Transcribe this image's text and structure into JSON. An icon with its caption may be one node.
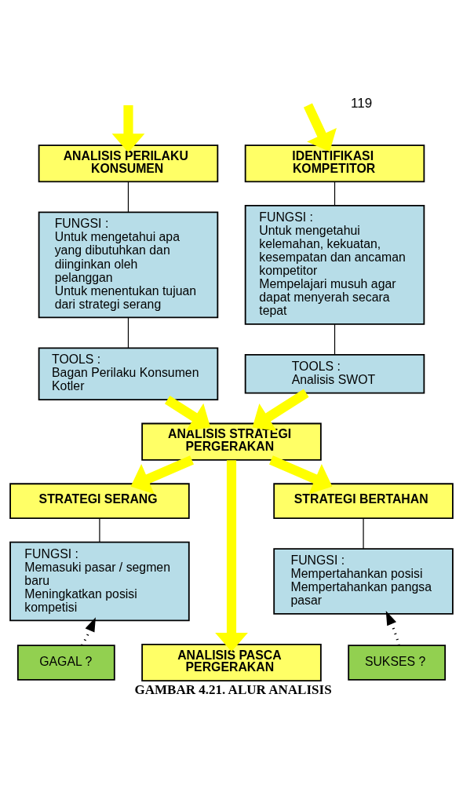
{
  "diagram": {
    "caption": "GAMBAR 4.21. ALUR ANALISIS",
    "nodes": [
      {
        "text": [
          "ANALISIS PERILAKU KONSUMEN"
        ]
      },
      {
        "text": [
          "FUNGSI :",
          "Untuk mengetahui apa yang dibutuhkan dan diinginkan oleh pelanggan",
          "Untuk menentukan tujuan dari strategi serang"
        ]
      },
      {
        "text": [
          "TOOLS :",
          "Bagan Perilaku Konsumen Kotler"
        ]
      },
      {
        "text": [
          "IDENTIFIKASI KOMPETITOR"
        ]
      },
      {
        "text": [
          "FUNGSI :",
          "Untuk mengetahui kelemahan, kekuatan, kesempatan dan ancaman kompetitor",
          "Mempelajari musuh agar dapat menyerah secara tepat"
        ]
      },
      {
        "text": [
          "TOOLS :",
          "Analisis SWOT"
        ]
      },
      {
        "text": [
          "ANALISIS STRATEGI PERGERAKAN"
        ]
      },
      {
        "text": [
          "STRATEGI SERANG"
        ]
      },
      {
        "text": [
          "FUNGSI :",
          "Memasuki pasar / segmen baru",
          "Meningkatkan posisi kompetisi"
        ]
      },
      {
        "text": [
          "STRATEGI BERTAHAN"
        ]
      },
      {
        "text": [
          "FUNGSI :",
          "Mempertahankan posisi",
          "Mempertahankan pangsa pasar"
        ]
      },
      {
        "text": [
          "GAGAL ?"
        ]
      },
      {
        "text": [
          "ANALISIS PASCA PERGERAKAN"
        ]
      },
      {
        "text": [
          "SUKSES ?"
        ]
      }
    ],
    "edges": [
      {
        "from": null,
        "to": 0,
        "arrow": "to",
        "style": "thick",
        "color": "#ffff00"
      },
      {
        "from": null,
        "to": 3,
        "arrow": "to",
        "style": "thick",
        "color": "#ffff00"
      },
      {
        "from": 0,
        "to": 1,
        "arrow": "none"
      },
      {
        "from": 1,
        "to": 2,
        "arrow": "none"
      },
      {
        "from": 3,
        "to": 4,
        "arrow": "none"
      },
      {
        "from": 4,
        "to": 5,
        "arrow": "none"
      },
      {
        "from": 2,
        "to": 6,
        "arrow": "to",
        "style": "thick",
        "color": "#ffff00"
      },
      {
        "from": 5,
        "to": 6,
        "arrow": "to",
        "style": "thick",
        "color": "#ffff00"
      },
      {
        "from": 6,
        "to": 7,
        "arrow": "to",
        "style": "thick",
        "color": "#ffff00"
      },
      {
        "from": 6,
        "to": 9,
        "arrow": "to",
        "style": "thick",
        "color": "#ffff00"
      },
      {
        "from": 7,
        "to": 8,
        "arrow": "none"
      },
      {
        "from": 9,
        "to": 10,
        "arrow": "none"
      },
      {
        "from": 6,
        "to": 12,
        "arrow": "to",
        "style": "thick",
        "color": "#ffff00"
      },
      {
        "from": 11,
        "to": 8,
        "arrow": "to",
        "style": "dashed"
      },
      {
        "from": 13,
        "to": 10,
        "arrow": "to",
        "style": "dashed"
      }
    ],
    "labels": [
      "119"
    ]
  }
}
